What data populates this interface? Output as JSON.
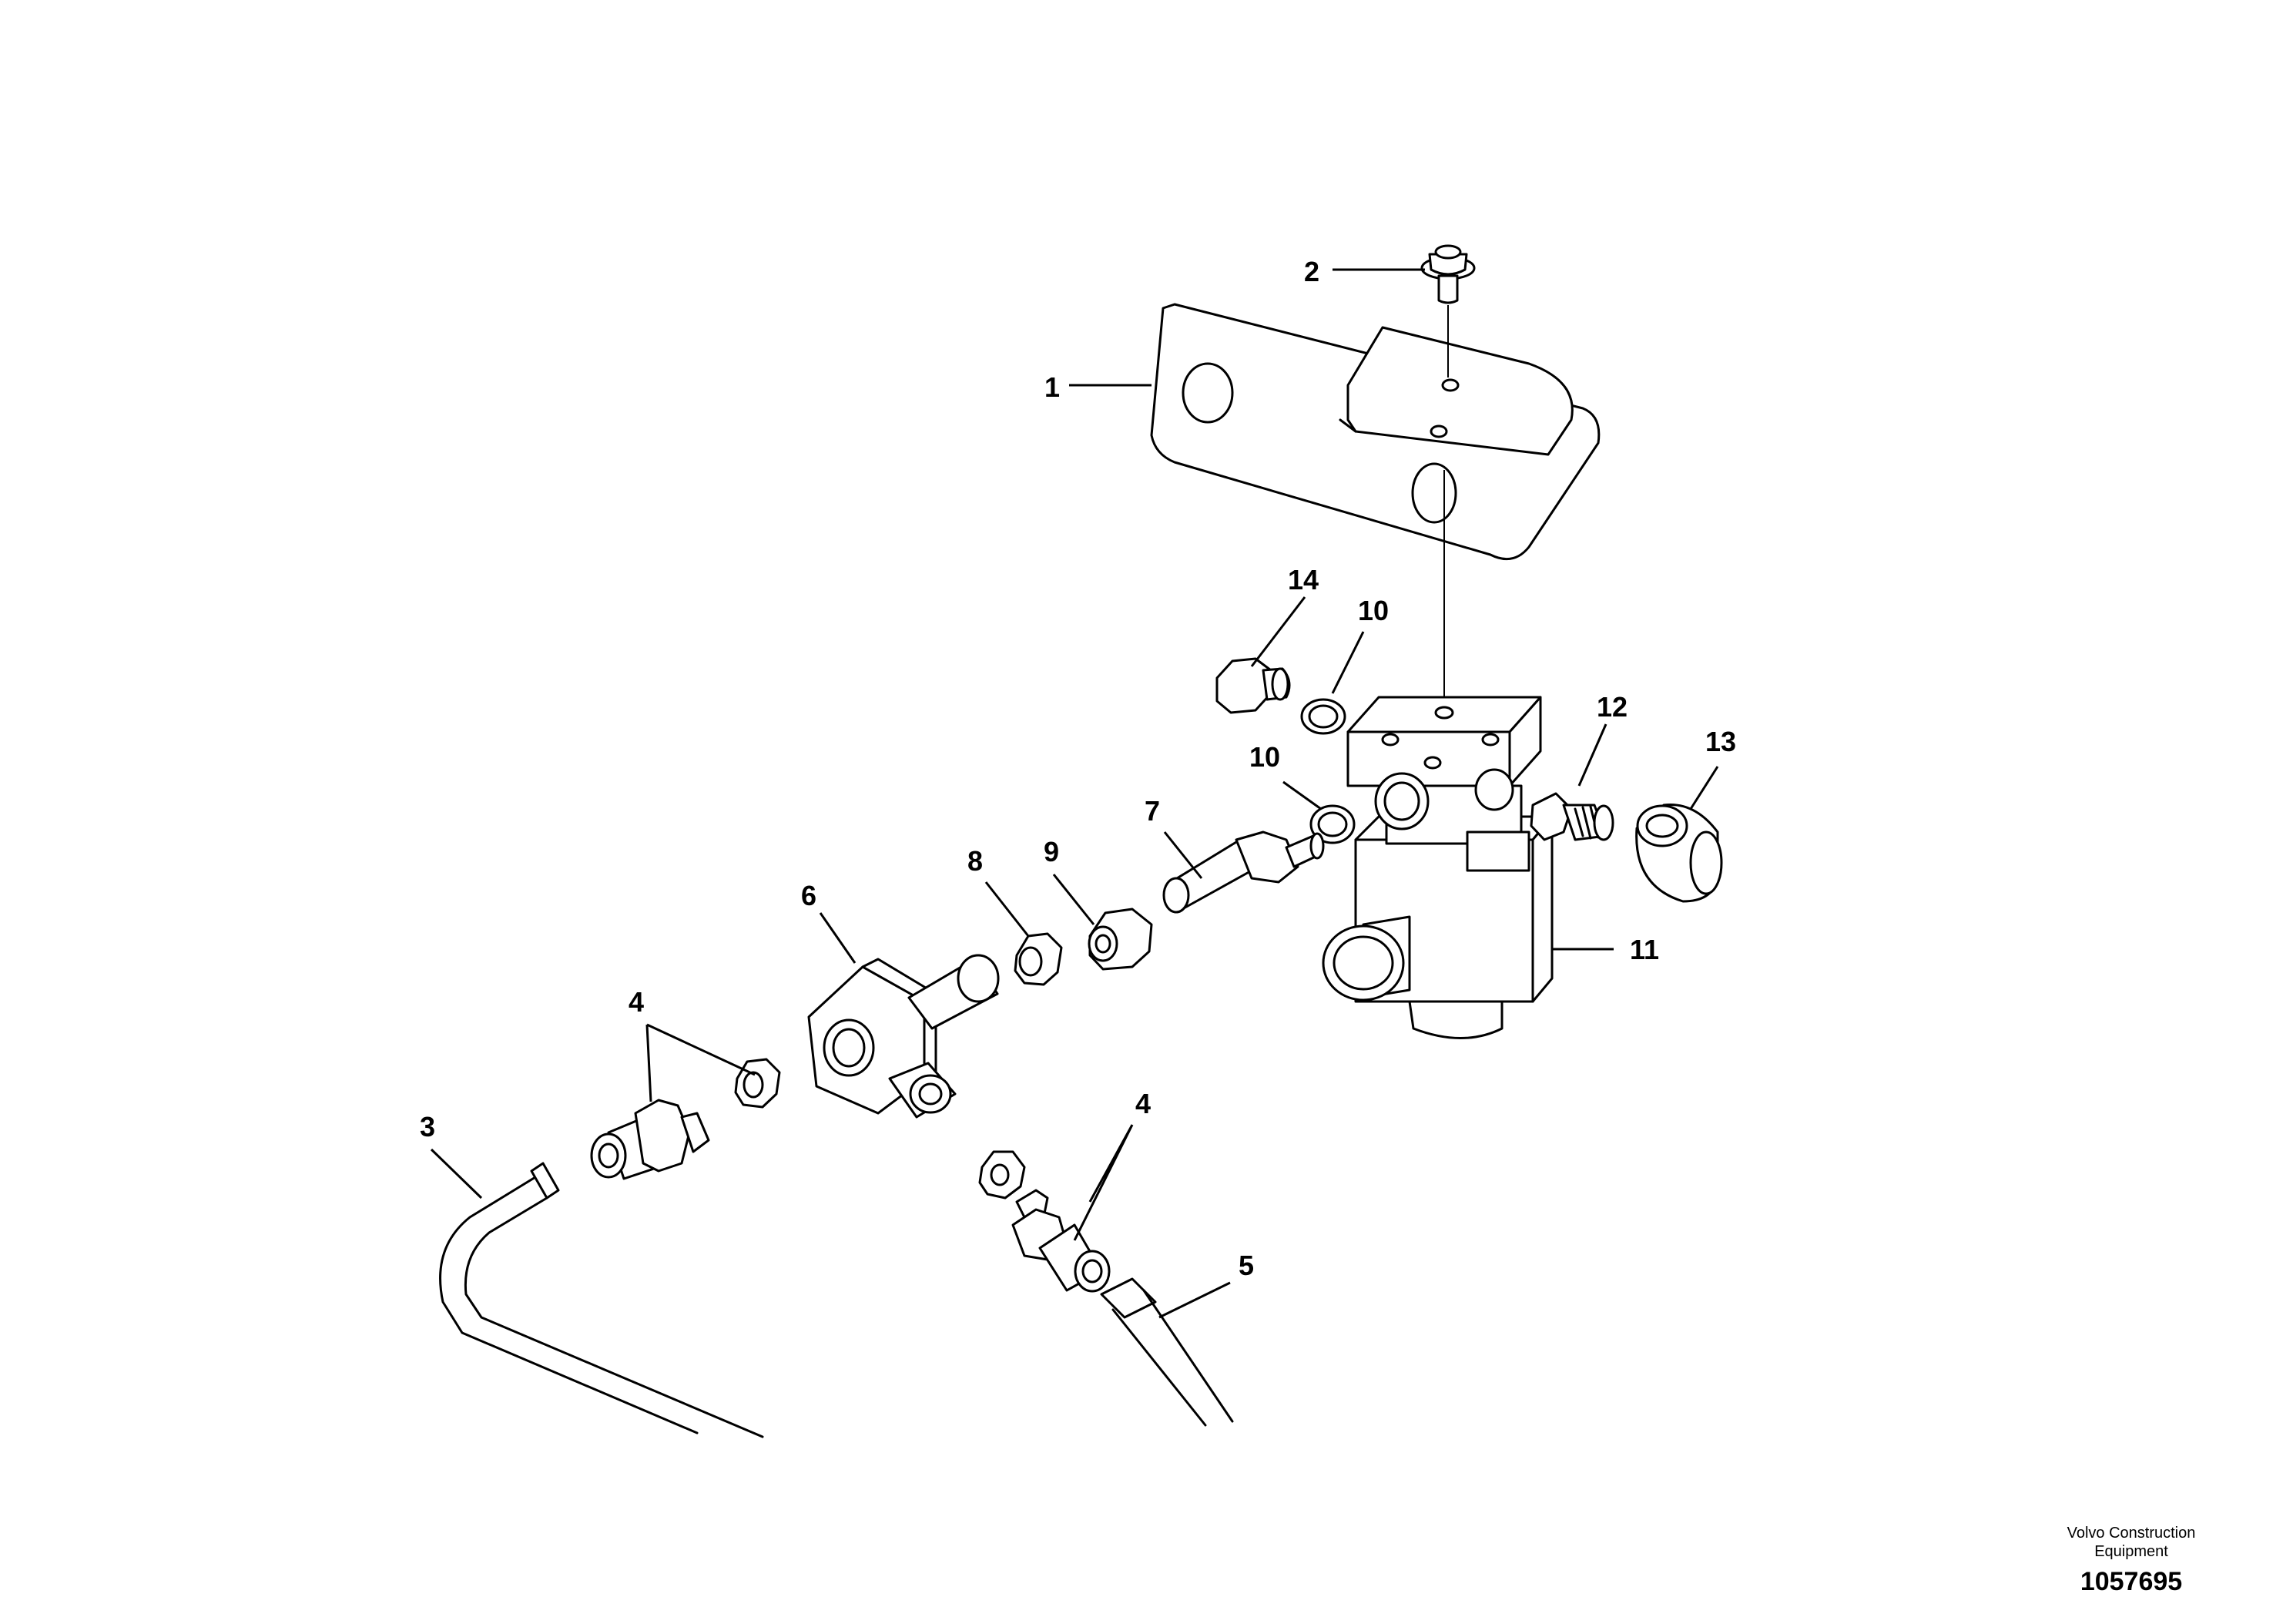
{
  "diagram": {
    "callouts": [
      "1",
      "2",
      "3",
      "4",
      "4",
      "5",
      "6",
      "7",
      "8",
      "9",
      "10",
      "10",
      "11",
      "12",
      "13",
      "14"
    ]
  },
  "footer": {
    "company_line1": "Volvo Construction",
    "company_line2": "Equipment",
    "document_number": "1057695"
  }
}
